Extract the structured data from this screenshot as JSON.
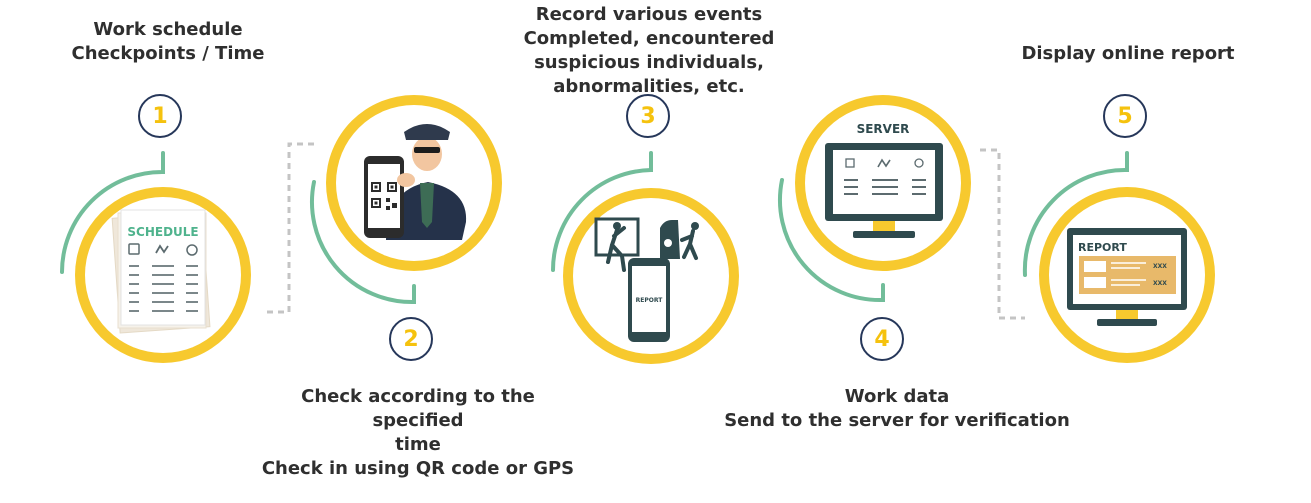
{
  "steps": [
    {
      "number": "1",
      "text": "Work schedule\nCheckpoints / Time"
    },
    {
      "number": "2",
      "text": "Check according to the specified\ntime\nCheck in using QR code or GPS"
    },
    {
      "number": "3",
      "text": "Record various events\nCompleted, encountered\nsuspicious individuals,\nabnormalities, etc."
    },
    {
      "number": "4",
      "text": "Work data\nSend to the server for verification"
    },
    {
      "number": "5",
      "text": "Display online report"
    }
  ],
  "illustrations": {
    "schedule_label": "SCHEDULE",
    "report_phone_label": "REPORT",
    "server_label": "SERVER",
    "report_monitor_label": "REPORT",
    "report_item_label": "XXX"
  },
  "colors": {
    "ring_yellow": "#f7c92e",
    "arc_green": "#72bd9a",
    "number_yellow": "#f5c20e",
    "number_border": "#26375a",
    "dark_slate": "#2f4a4e",
    "dashed_gray": "#c4c4c4"
  }
}
